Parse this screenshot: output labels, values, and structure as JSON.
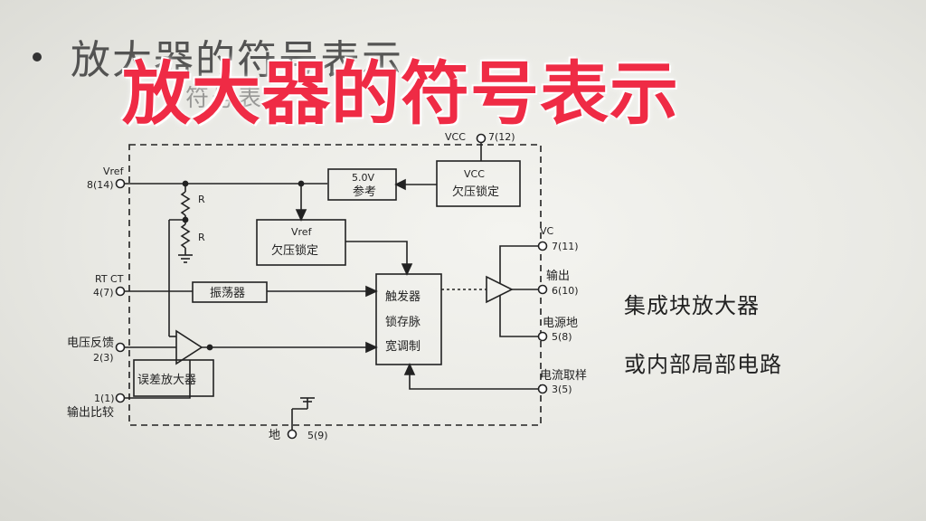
{
  "slide": {
    "title_dim": "放大器的符号表示",
    "subtitle_dim": "符号表示",
    "caption": "放大器的符号表示",
    "side_line_1": "集成块放大器",
    "side_line_2": "或内部局部电路"
  },
  "diagram": {
    "pins": {
      "vref": "Vref",
      "vref_num": "8(14)",
      "rtct": "RT CT",
      "rtct_num": "4(7)",
      "fb": "电压反馈",
      "fb_num": "2(3)",
      "comp_num": "1(1)",
      "comp": "输出比较",
      "gnd": "地",
      "gnd_num": "5(9)",
      "vcc_top": "VCC",
      "vcc_top_num": "7(12)",
      "vc": "VC",
      "vc_num": "7(11)",
      "out": "输出",
      "out_num": "6(10)",
      "pgnd": "电源地",
      "pgnd_num": "5(8)",
      "isense": "电流取样",
      "isense_num": "3(5)"
    },
    "blocks": {
      "ref_top": "5.0V",
      "ref_bottom": "参考",
      "vcc_uvlo_top": "VCC",
      "vcc_uvlo_bottom": "欠压锁定",
      "vref_uvlo_top": "Vref",
      "vref_uvlo_bottom": "欠压锁定",
      "osc": "振荡器",
      "latch_1": "触发器",
      "latch_2": "锁存脉",
      "latch_3": "宽调制",
      "erramp": "误差放大器",
      "r1": "R",
      "r2": "R"
    }
  }
}
